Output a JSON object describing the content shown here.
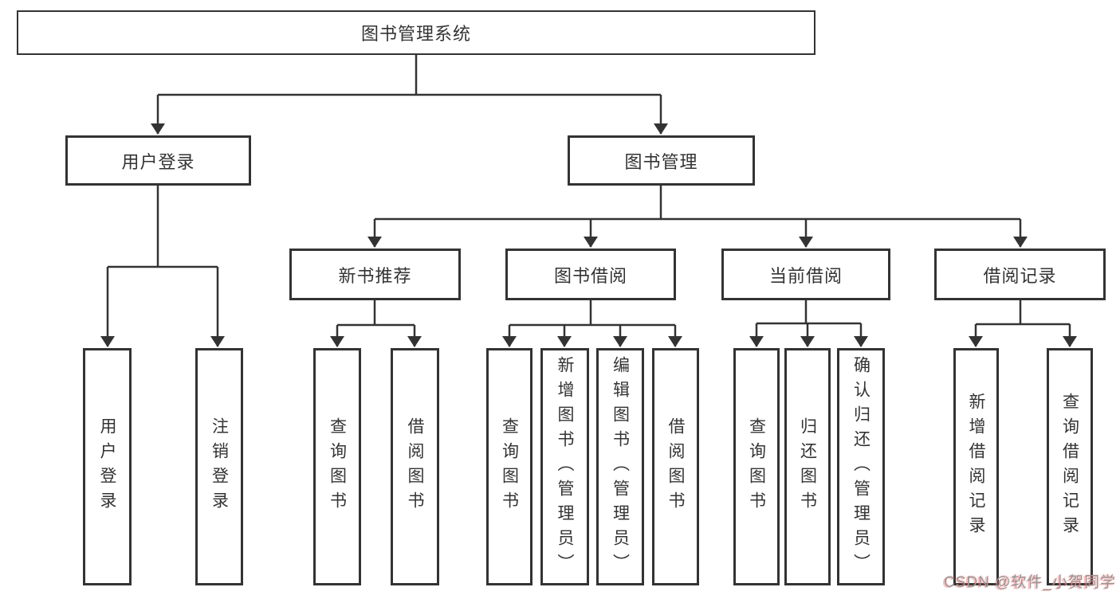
{
  "tree": {
    "label": "图书管理系统",
    "children": [
      {
        "label": "用户登录",
        "children": [
          {
            "label": "用户登录"
          },
          {
            "label": "注销登录"
          }
        ]
      },
      {
        "label": "图书管理",
        "children": [
          {
            "label": "新书推荐",
            "children": [
              {
                "label": "查询图书"
              },
              {
                "label": "借阅图书"
              }
            ]
          },
          {
            "label": "图书借阅",
            "children": [
              {
                "label": "查询图书"
              },
              {
                "label": "新增图书（管理员）"
              },
              {
                "label": "编辑图书（管理员）"
              },
              {
                "label": "借阅图书"
              }
            ]
          },
          {
            "label": "当前借阅",
            "children": [
              {
                "label": "查询图书"
              },
              {
                "label": "归还图书"
              },
              {
                "label": "确认归还（管理员）"
              }
            ]
          },
          {
            "label": "借阅记录",
            "children": [
              {
                "label": "新增借阅记录"
              },
              {
                "label": "查询借阅记录"
              }
            ]
          }
        ]
      }
    ]
  },
  "watermark": {
    "text": "CSDN @软件_小贺同学"
  },
  "colors": {
    "line": "#333333",
    "box_border": "#333333",
    "text": "#333333",
    "background": "#ffffff",
    "watermark_gray": "#969696",
    "watermark_red": "#fa5555"
  }
}
